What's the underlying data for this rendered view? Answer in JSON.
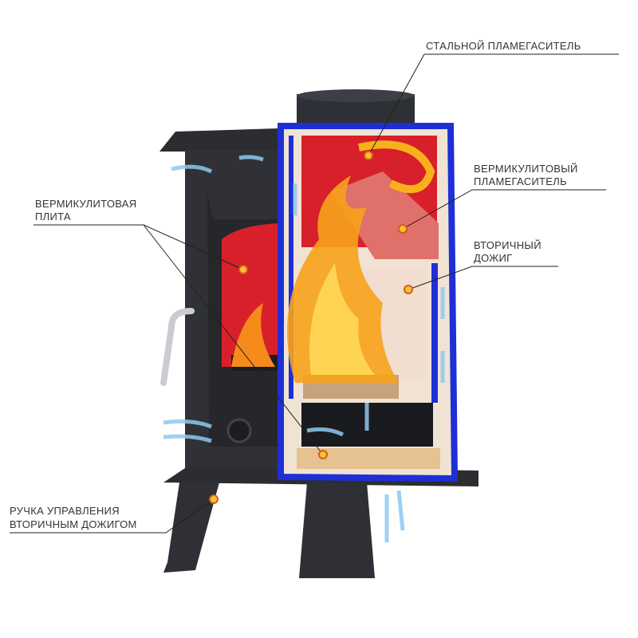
{
  "labels": {
    "steel_baffle": "СТАЛЬНОЙ ПЛАМЕГАСИТЕЛЬ",
    "vermiculite_baffle_1": "ВЕРМИКУЛИТОВЫЙ",
    "vermiculite_baffle_2": "ПЛАМЕГАСИТЕЛЬ",
    "secondary_burn_1": "ВТОРИЧНЫЙ",
    "secondary_burn_2": "ДОЖИГ",
    "vermiculite_plate_1": "ВЕРМИКУЛИТОВАЯ",
    "vermiculite_plate_2": "ПЛИТА",
    "control_handle_1": "РУЧКА УПРАВЛЕНИЯ",
    "control_handle_2": "ВТОРИЧНЫМ ДОЖИГОМ"
  },
  "colors": {
    "outline": "#1f2fd6",
    "firebox": "#d8202a",
    "cast_iron": "#2b2d31",
    "flame": "#f7a21b",
    "marker": "#f5c431",
    "air": "#8ec8f0"
  }
}
